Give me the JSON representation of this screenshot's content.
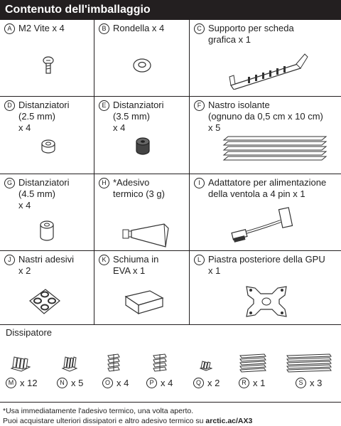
{
  "title": "Contenuto dell'imballaggio",
  "items": [
    {
      "letter": "A",
      "label": "M2 Vite x 4",
      "icon": "screw-icon"
    },
    {
      "letter": "B",
      "label": "Rondella x 4",
      "icon": "washer-icon"
    },
    {
      "letter": "C",
      "label": "Supporto per scheda\ngrafica x 1",
      "icon": "bracket-icon"
    },
    {
      "letter": "D",
      "label": "Distanziatori\n(2.5 mm)\nx 4",
      "icon": "spacer-icon"
    },
    {
      "letter": "E",
      "label": "Distanziatori\n(3.5 mm)\nx 4",
      "icon": "spacer-dark-icon"
    },
    {
      "letter": "F",
      "label": "Nastro isolante\n(ognuno da 0,5 cm x 10 cm)\nx 5",
      "icon": "tape-icon"
    },
    {
      "letter": "G",
      "label": "Distanziatori\n(4.5 mm)\nx 4",
      "icon": "spacer-tall-icon"
    },
    {
      "letter": "H",
      "label": "*Adesivo\ntermico (3 g)",
      "icon": "thermal-tube-icon"
    },
    {
      "letter": "I",
      "label": "Adattatore per alimentazione\ndella ventola a 4 pin x 1",
      "icon": "fan-adapter-icon"
    },
    {
      "letter": "J",
      "label": "Nastri adesivi\nx 2",
      "icon": "adhesive-pads-icon"
    },
    {
      "letter": "K",
      "label": "Schiuma in\nEVA x 1",
      "icon": "foam-icon"
    },
    {
      "letter": "L",
      "label": "Piastra posteriore della GPU\nx 1",
      "icon": "backplate-icon"
    }
  ],
  "heatsinks": {
    "title": "Dissipatore",
    "items": [
      {
        "letter": "M",
        "count": "x 12"
      },
      {
        "letter": "N",
        "count": "x 5"
      },
      {
        "letter": "O",
        "count": "x 4"
      },
      {
        "letter": "P",
        "count": "x 4"
      },
      {
        "letter": "Q",
        "count": "x 2"
      },
      {
        "letter": "R",
        "count": "x 1"
      },
      {
        "letter": "S",
        "count": "x 3"
      }
    ]
  },
  "footnote": {
    "line1": "*Usa immediatamente l'adesivo termico, una volta aperto.",
    "line2_prefix": "Puoi acquistare ulteriori dissipatori e altro adesivo termico su ",
    "line2_link": "arctic.ac/AX3"
  }
}
